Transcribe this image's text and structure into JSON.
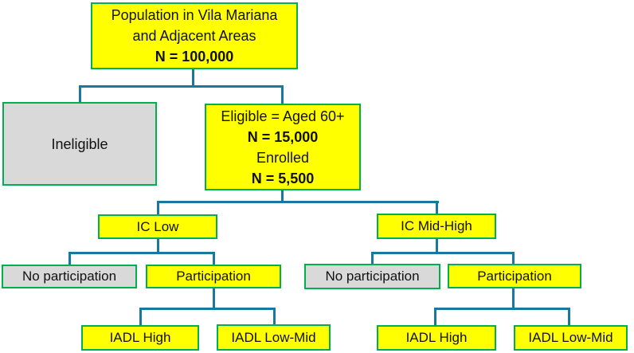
{
  "colors": {
    "box_yellow": "#ffff00",
    "box_gray": "#d9d9d9",
    "border_green": "#00b050",
    "connector": "#1878a0",
    "text": "#111111"
  },
  "nodes": {
    "population": {
      "line1": "Population in Vila Mariana",
      "line2": "and Adjacent Areas",
      "n": "N = 100,000"
    },
    "ineligible": {
      "label": "Ineligible"
    },
    "eligible": {
      "line1": "Eligible = Aged 60+",
      "n1": "N = 15,000",
      "line2": "Enrolled",
      "n2": "N = 5,500"
    },
    "ic_low": {
      "label": "IC Low"
    },
    "ic_mid_high": {
      "label": "IC Mid-High"
    },
    "left": {
      "no_participation": "No participation",
      "participation": "Participation",
      "iadl_high": "IADL High",
      "iadl_low_mid": "IADL Low-Mid"
    },
    "right": {
      "no_participation": "No participation",
      "participation": "Participation",
      "iadl_high": "IADL High",
      "iadl_low_mid": "IADL Low-Mid"
    }
  }
}
